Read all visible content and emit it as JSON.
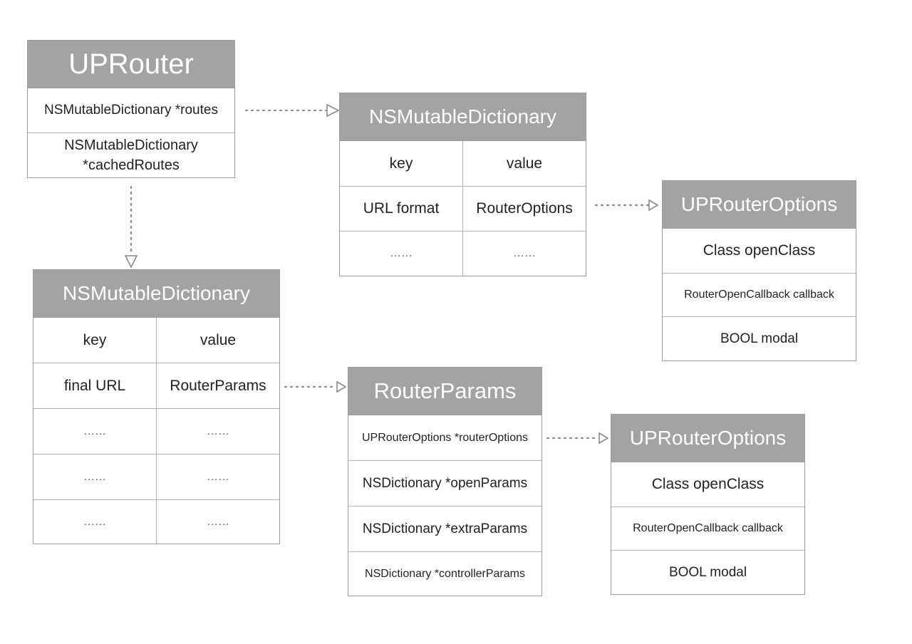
{
  "uprouter": {
    "title": "UPRouter",
    "routes_field": "NSMutableDictionary *routes",
    "cached_routes_field": "NSMutableDictionary *cachedRoutes"
  },
  "routes_dictionary": {
    "title": "NSMutableDictionary",
    "header": {
      "key": "key",
      "value": "value"
    },
    "rows": [
      {
        "key": "URL format",
        "value": "RouterOptions"
      },
      {
        "key": "……",
        "value": "……"
      }
    ]
  },
  "router_options_top": {
    "title": "UPRouterOptions",
    "fields": [
      "Class openClass",
      "RouterOpenCallback callback",
      "BOOL modal"
    ]
  },
  "cached_dictionary": {
    "title": "NSMutableDictionary",
    "header": {
      "key": "key",
      "value": "value"
    },
    "rows": [
      {
        "key": "final URL",
        "value": "RouterParams"
      },
      {
        "key": "……",
        "value": "……"
      },
      {
        "key": "……",
        "value": "……"
      },
      {
        "key": "……",
        "value": "……"
      }
    ]
  },
  "router_params": {
    "title": "RouterParams",
    "fields": [
      "UPRouterOptions *routerOptions",
      "NSDictionary *openParams",
      "NSDictionary *extraParams",
      "NSDictionary *controllerParams"
    ]
  },
  "router_options_bottom": {
    "title": "UPRouterOptions",
    "fields": [
      "Class openClass",
      "RouterOpenCallback callback",
      "BOOL modal"
    ]
  },
  "colors": {
    "header_fill": "#a3a3a3",
    "header_text": "#ffffff",
    "border": "#9c9c9c",
    "arrow": "#8a8a8a"
  }
}
